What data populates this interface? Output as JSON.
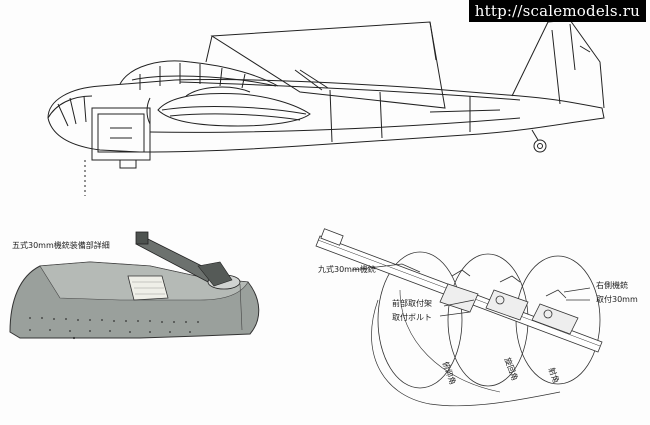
{
  "watermark": {
    "text": "http://scalemodels.ru"
  },
  "labels": {
    "detail_title": "五式30mm機銃装備部詳細",
    "gun_barrel": "九式30mm機銃",
    "mount_bracket": "前部取付架",
    "mount_bolt": "取付ボルト",
    "right_note_1": "右側機銃",
    "right_note_2": "取付30mm",
    "arc_1": "俯仰角",
    "arc_2": "旋回角",
    "arc_3": "射角"
  },
  "figures": {
    "top": "aircraft-side-profile",
    "bottom_left": "fuselage-gun-detail",
    "bottom_right": "gun-mount-schematic"
  }
}
